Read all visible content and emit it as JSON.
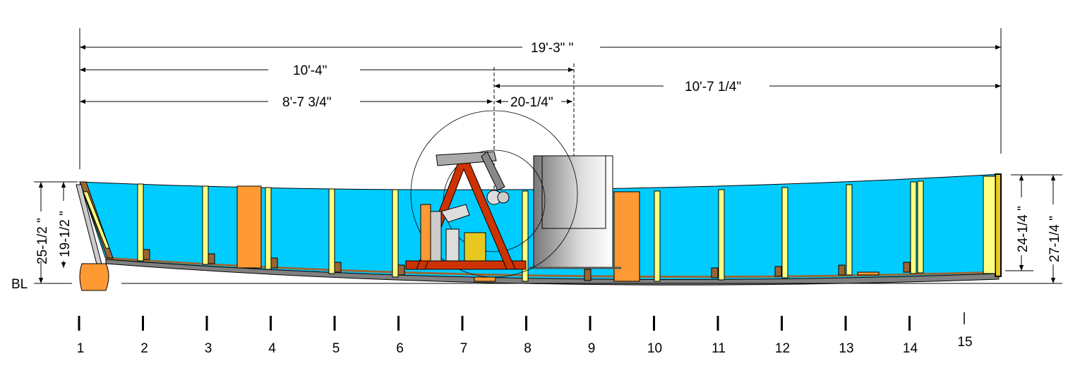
{
  "dimensions": {
    "overall_length": "19'-3\" \"",
    "to_station_a": "10'-4\"",
    "aft_length": "10'-7 1/4\"",
    "to_frame_a": "8'-7 3/4\"",
    "between": "20-1/4\"",
    "bow_height_outer": "25-1/2 \"",
    "bow_height_inner": "19-1/2 \"",
    "stern_height_inner": "24-1/4 \"",
    "stern_height_outer": "27-1/4 \"",
    "baseline": "BL"
  },
  "stations": [
    "1",
    "2",
    "3",
    "4",
    "5",
    "6",
    "7",
    "8",
    "9",
    "10",
    "11",
    "12",
    "13",
    "14",
    "15"
  ],
  "colors": {
    "hull_fill": "#00CCFF",
    "frame": "#FFFF80",
    "block": "#FF9933",
    "wood": "#996633",
    "frame_red": "#CC3300",
    "keel": "#808080"
  }
}
